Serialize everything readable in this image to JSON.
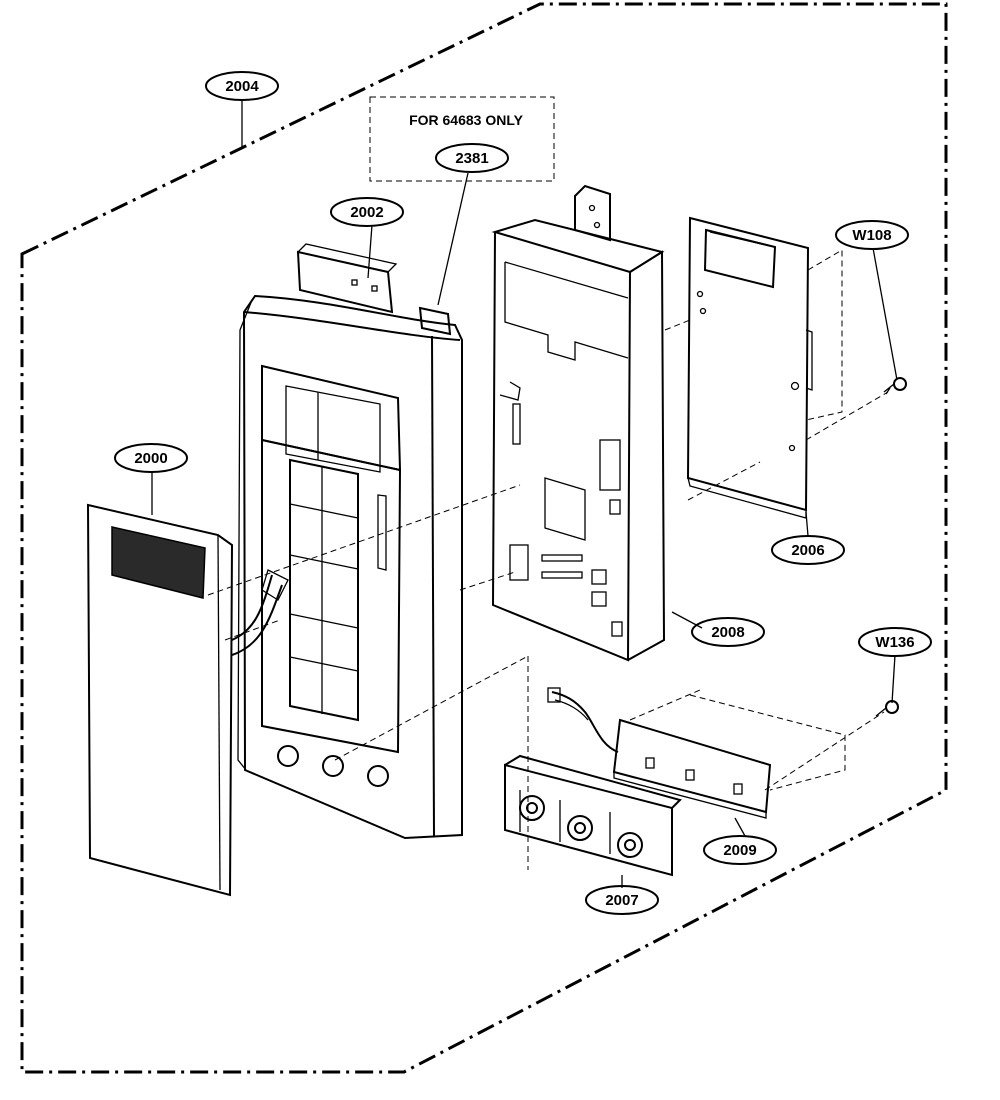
{
  "callouts": {
    "c2004": "2004",
    "c2381": "2381",
    "c2002": "2002",
    "c2000": "2000",
    "cW108": "W108",
    "c2006": "2006",
    "c2008": "2008",
    "cW136": "W136",
    "c2009": "2009",
    "c2007": "2007"
  },
  "note": "FOR 64683 ONLY",
  "colors": {
    "ink": "#000000",
    "paper": "#ffffff",
    "window": "#2a2a2a"
  }
}
